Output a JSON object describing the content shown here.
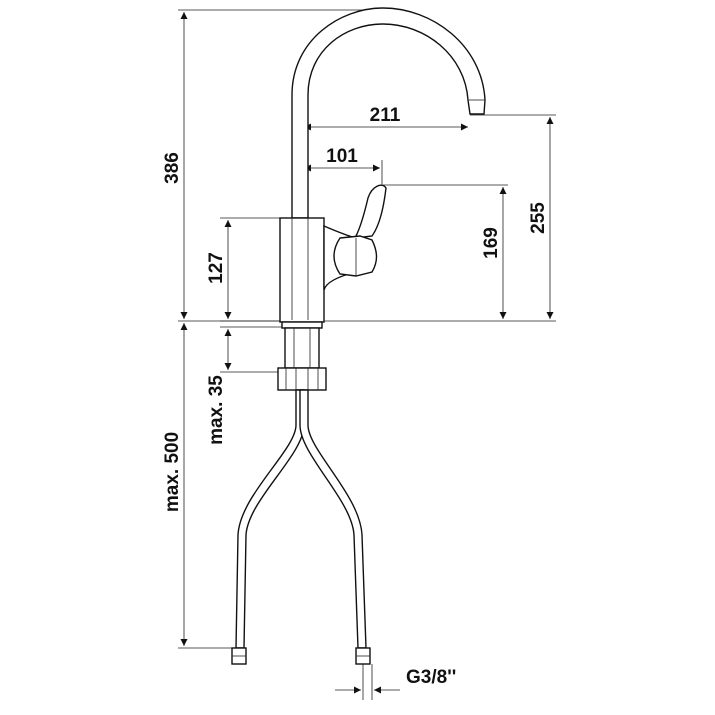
{
  "drawing": {
    "height_total": "386",
    "spout_reach": "211",
    "lever_reach": "101",
    "handle_height": "255",
    "spout_outlet_height": "169",
    "body_height": "127",
    "shank_length": "max. 35",
    "hose_length": "max. 500",
    "thread": "G3/8''"
  },
  "colors": {
    "line": "#111111",
    "background": "#ffffff"
  }
}
